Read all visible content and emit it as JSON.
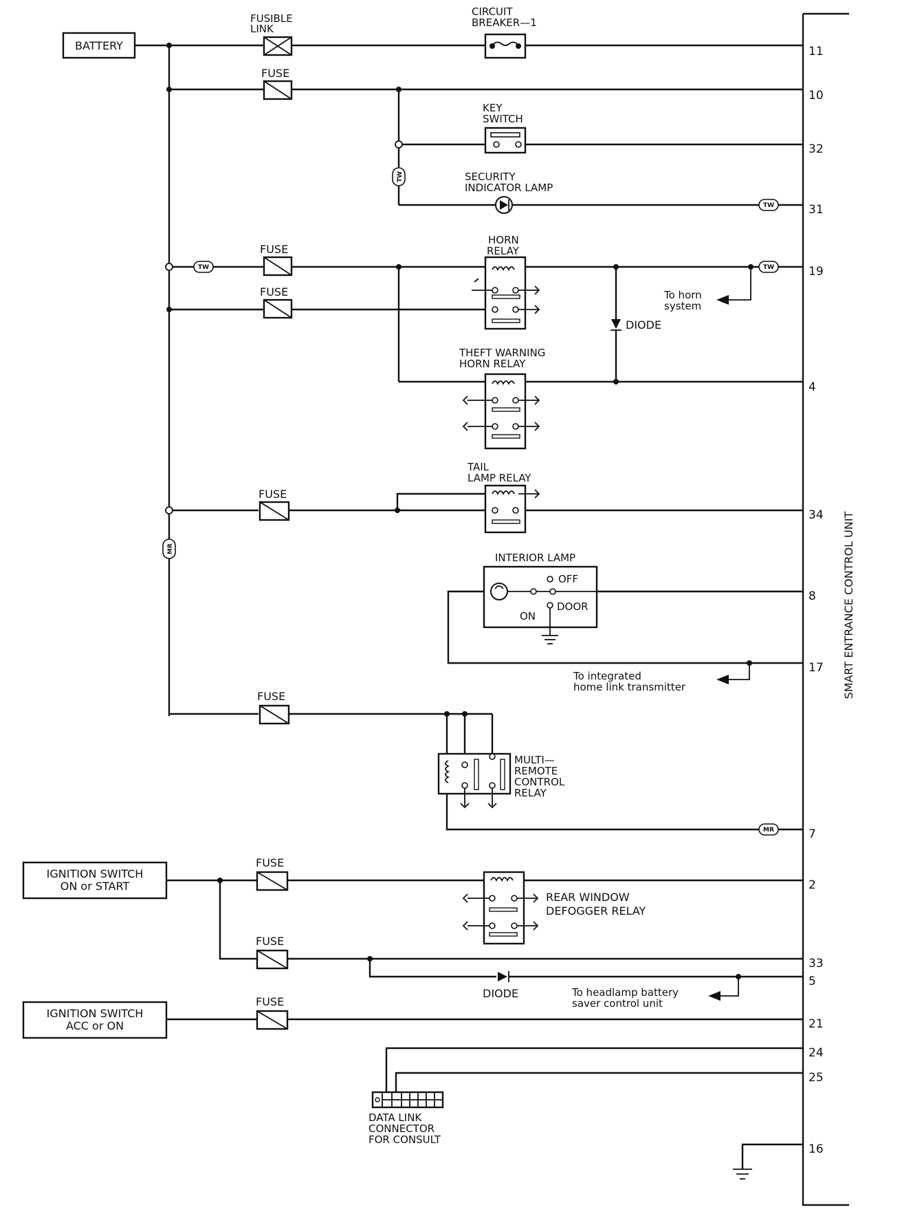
{
  "sources": {
    "battery": "BATTERY",
    "ignition_on_start": [
      "IGNITION SWITCH",
      "ON or START"
    ],
    "ignition_acc_on": [
      "IGNITION SWITCH",
      "ACC or ON"
    ]
  },
  "control_unit": "SMART ENTRANCE CONTROL UNIT",
  "labels": {
    "fusible_link": [
      "FUSIBLE",
      "LINK"
    ],
    "fuse": "FUSE",
    "circuit_breaker": [
      "CIRCUIT",
      "BREAKER—1"
    ],
    "key_switch": [
      "KEY",
      "SWITCH"
    ],
    "security_lamp": [
      "SECURITY",
      "INDICATOR LAMP"
    ],
    "horn_relay": [
      "HORN",
      "RELAY"
    ],
    "to_horn": [
      "To horn",
      "system"
    ],
    "diode": "DIODE",
    "theft_relay": [
      "THEFT WARNING",
      "HORN RELAY"
    ],
    "tail_relay": [
      "TAIL",
      "LAMP RELAY"
    ],
    "interior_lamp": "INTERIOR LAMP",
    "off": "OFF",
    "on": "ON",
    "door": "DOOR",
    "to_homelink": [
      "To integrated",
      "home link transmitter"
    ],
    "multi_remote": [
      "MULTI—",
      "REMOTE",
      "CONTROL",
      "RELAY"
    ],
    "rear_defogger": [
      "REAR WINDOW",
      "DEFOGGER RELAY"
    ],
    "to_headlamp": [
      "To headlamp battery",
      "saver control unit"
    ],
    "data_link": [
      "DATA LINK",
      "CONNECTOR",
      "FOR CONSULT"
    ]
  },
  "tags": {
    "tw": "TW",
    "mr": "MR"
  },
  "pins": [
    "11",
    "10",
    "32",
    "31",
    "19",
    "4",
    "34",
    "8",
    "17",
    "7",
    "2",
    "33",
    "5",
    "21",
    "24",
    "25",
    "16"
  ]
}
